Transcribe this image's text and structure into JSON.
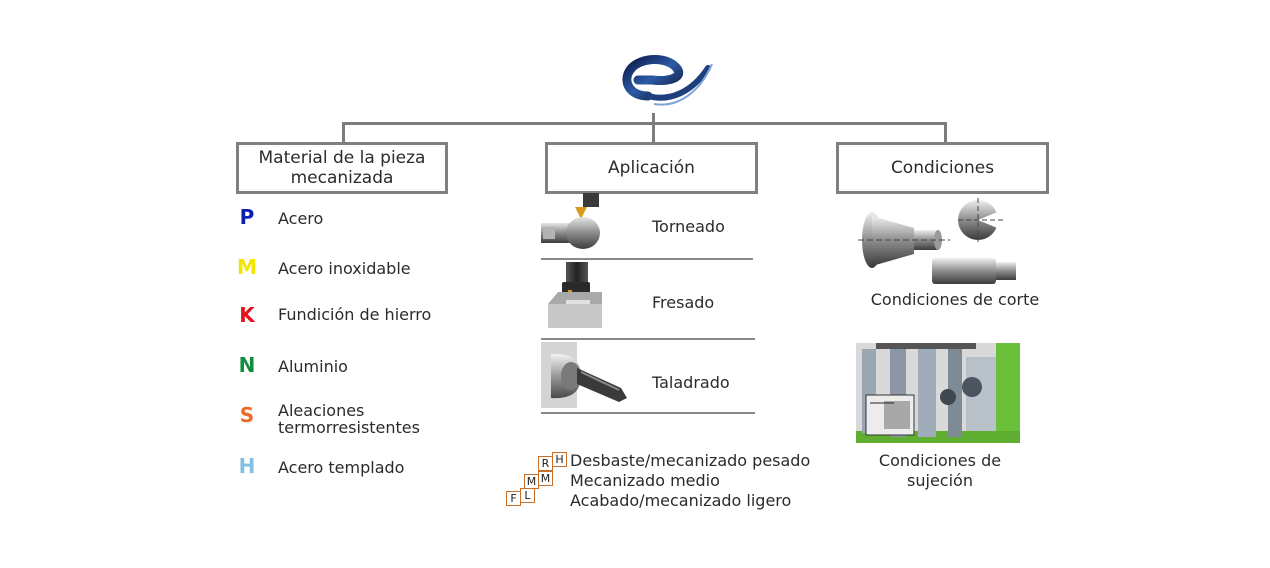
{
  "headers": {
    "material": "Material de la pieza mecanizada",
    "application": "Aplicación",
    "conditions": "Condiciones"
  },
  "materials": [
    {
      "letter": "P",
      "label": "Acero",
      "color": "#0b1fb5"
    },
    {
      "letter": "M",
      "label": "Acero inoxidable",
      "color": "#f5e400"
    },
    {
      "letter": "K",
      "label": "Fundición de hierro",
      "color": "#e4121b"
    },
    {
      "letter": "N",
      "label": "Aluminio",
      "color": "#0f8f3c"
    },
    {
      "letter": "S",
      "label": "Aleaciones termorresistentes",
      "color": "#ef6a2a"
    },
    {
      "letter": "H",
      "label": "Acero templado",
      "color": "#84bfe6"
    }
  ],
  "applications": [
    {
      "label": "Torneado",
      "icon": "turning-icon"
    },
    {
      "label": "Fresado",
      "icon": "milling-icon"
    },
    {
      "label": "Taladrado",
      "icon": "drilling-icon"
    }
  ],
  "legend": {
    "squares": [
      "R",
      "H",
      "M",
      "M",
      "F",
      "L"
    ],
    "lines": [
      "Desbaste/mecanizado pesado",
      "Mecanizado medio",
      "Acabado/mecanizado ligero"
    ]
  },
  "conditions": {
    "cutting": "Condiciones de corte",
    "clamping": "Condiciones de sujeción"
  },
  "colors": {
    "connector": "#7d7d7d",
    "box_border": "#808080",
    "legend_square_border": "#c8702a"
  }
}
